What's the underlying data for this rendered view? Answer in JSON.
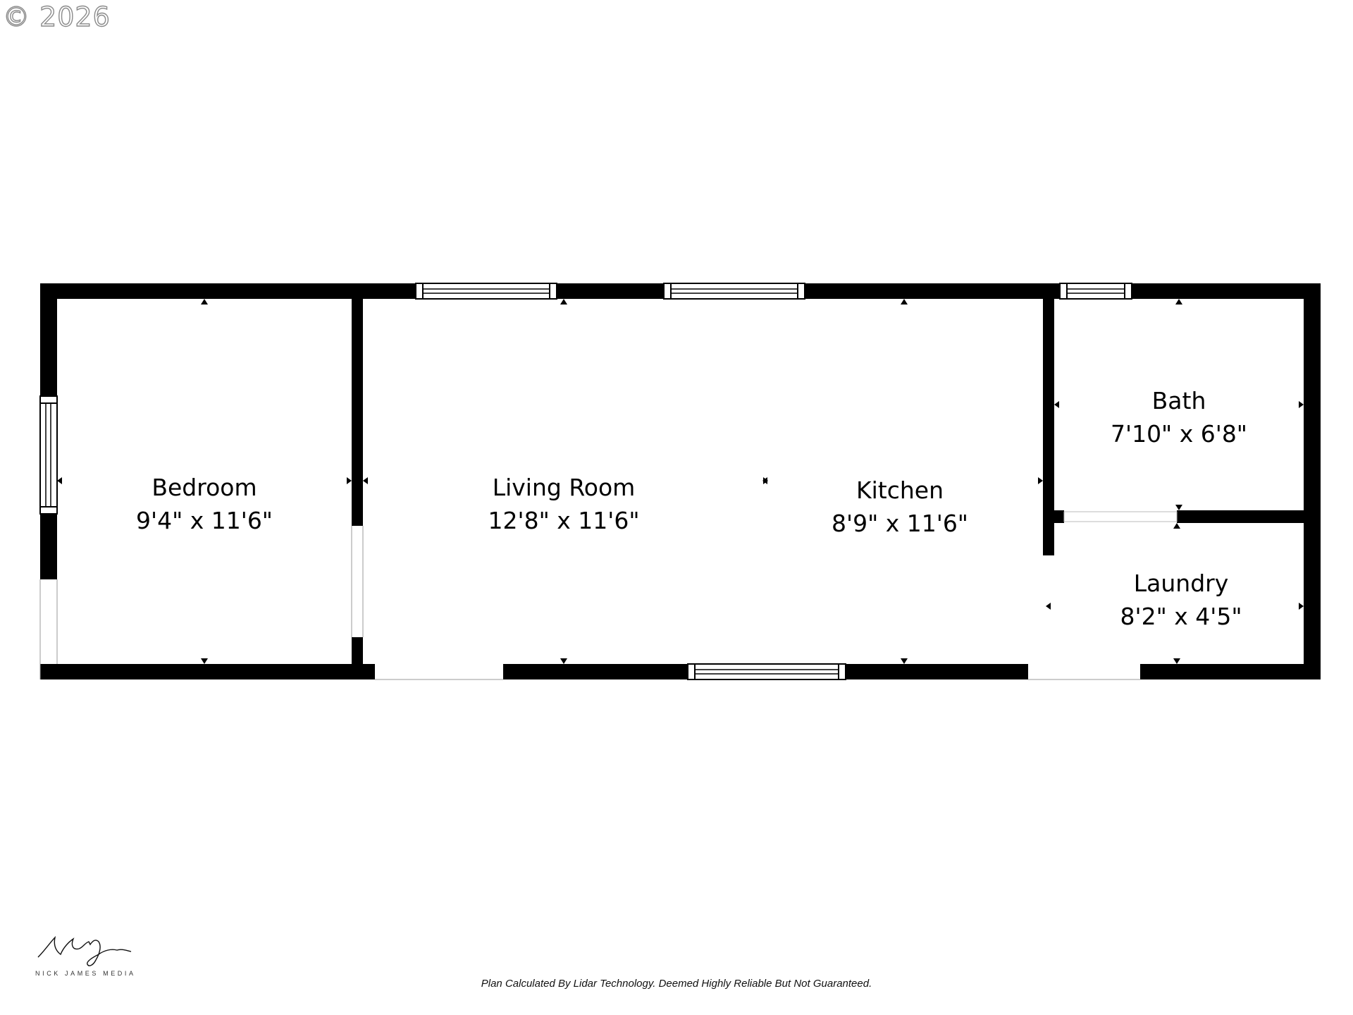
{
  "copyright": "© 2026",
  "rooms": [
    {
      "name": "Bedroom",
      "dims": "9'4\" x 11'6\""
    },
    {
      "name": "Living Room",
      "dims": "12'8\" x 11'6\""
    },
    {
      "name": "Kitchen",
      "dims": "8'9\" x 11'6\""
    },
    {
      "name": "Bath",
      "dims": "7'10\" x 6'8\""
    },
    {
      "name": "Laundry",
      "dims": "8'2\" x 4'5\""
    }
  ],
  "logo": {
    "text": "NICK JAMES MEDIA"
  },
  "disclaimer": "Plan Calculated By Lidar Technology. Deemed Highly Reliable But Not Guaranteed.",
  "colors": {
    "wall": "#000000",
    "background": "#ffffff"
  }
}
